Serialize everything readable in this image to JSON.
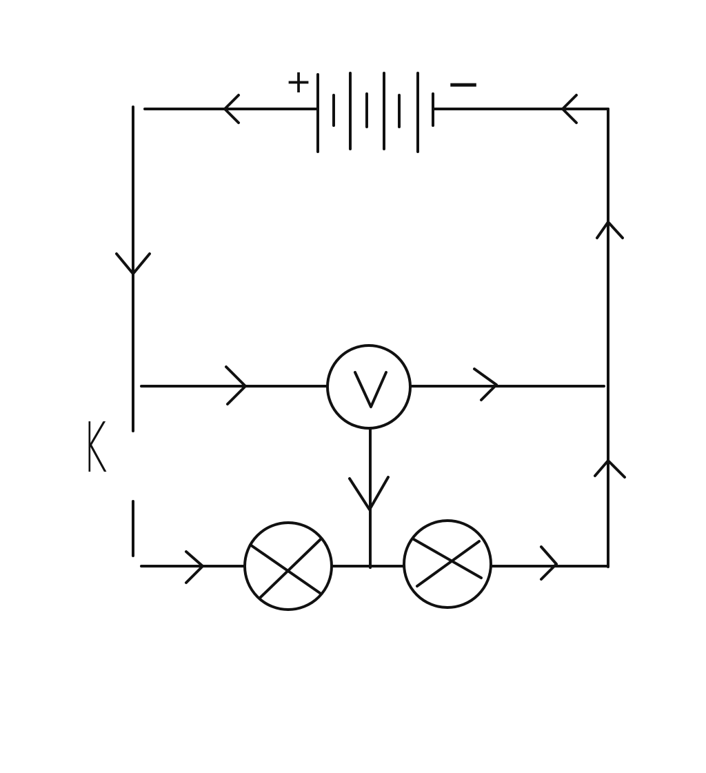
{
  "diagram": {
    "colors": {
      "stroke": "#111111",
      "background": "#ffffff"
    },
    "battery": {
      "positive_sign": "+",
      "negative_sign": "−"
    },
    "switch": {
      "label": "K"
    },
    "voltmeter": {
      "symbol": "V"
    },
    "lamps": [
      "lamp-1",
      "lamp-2"
    ]
  }
}
